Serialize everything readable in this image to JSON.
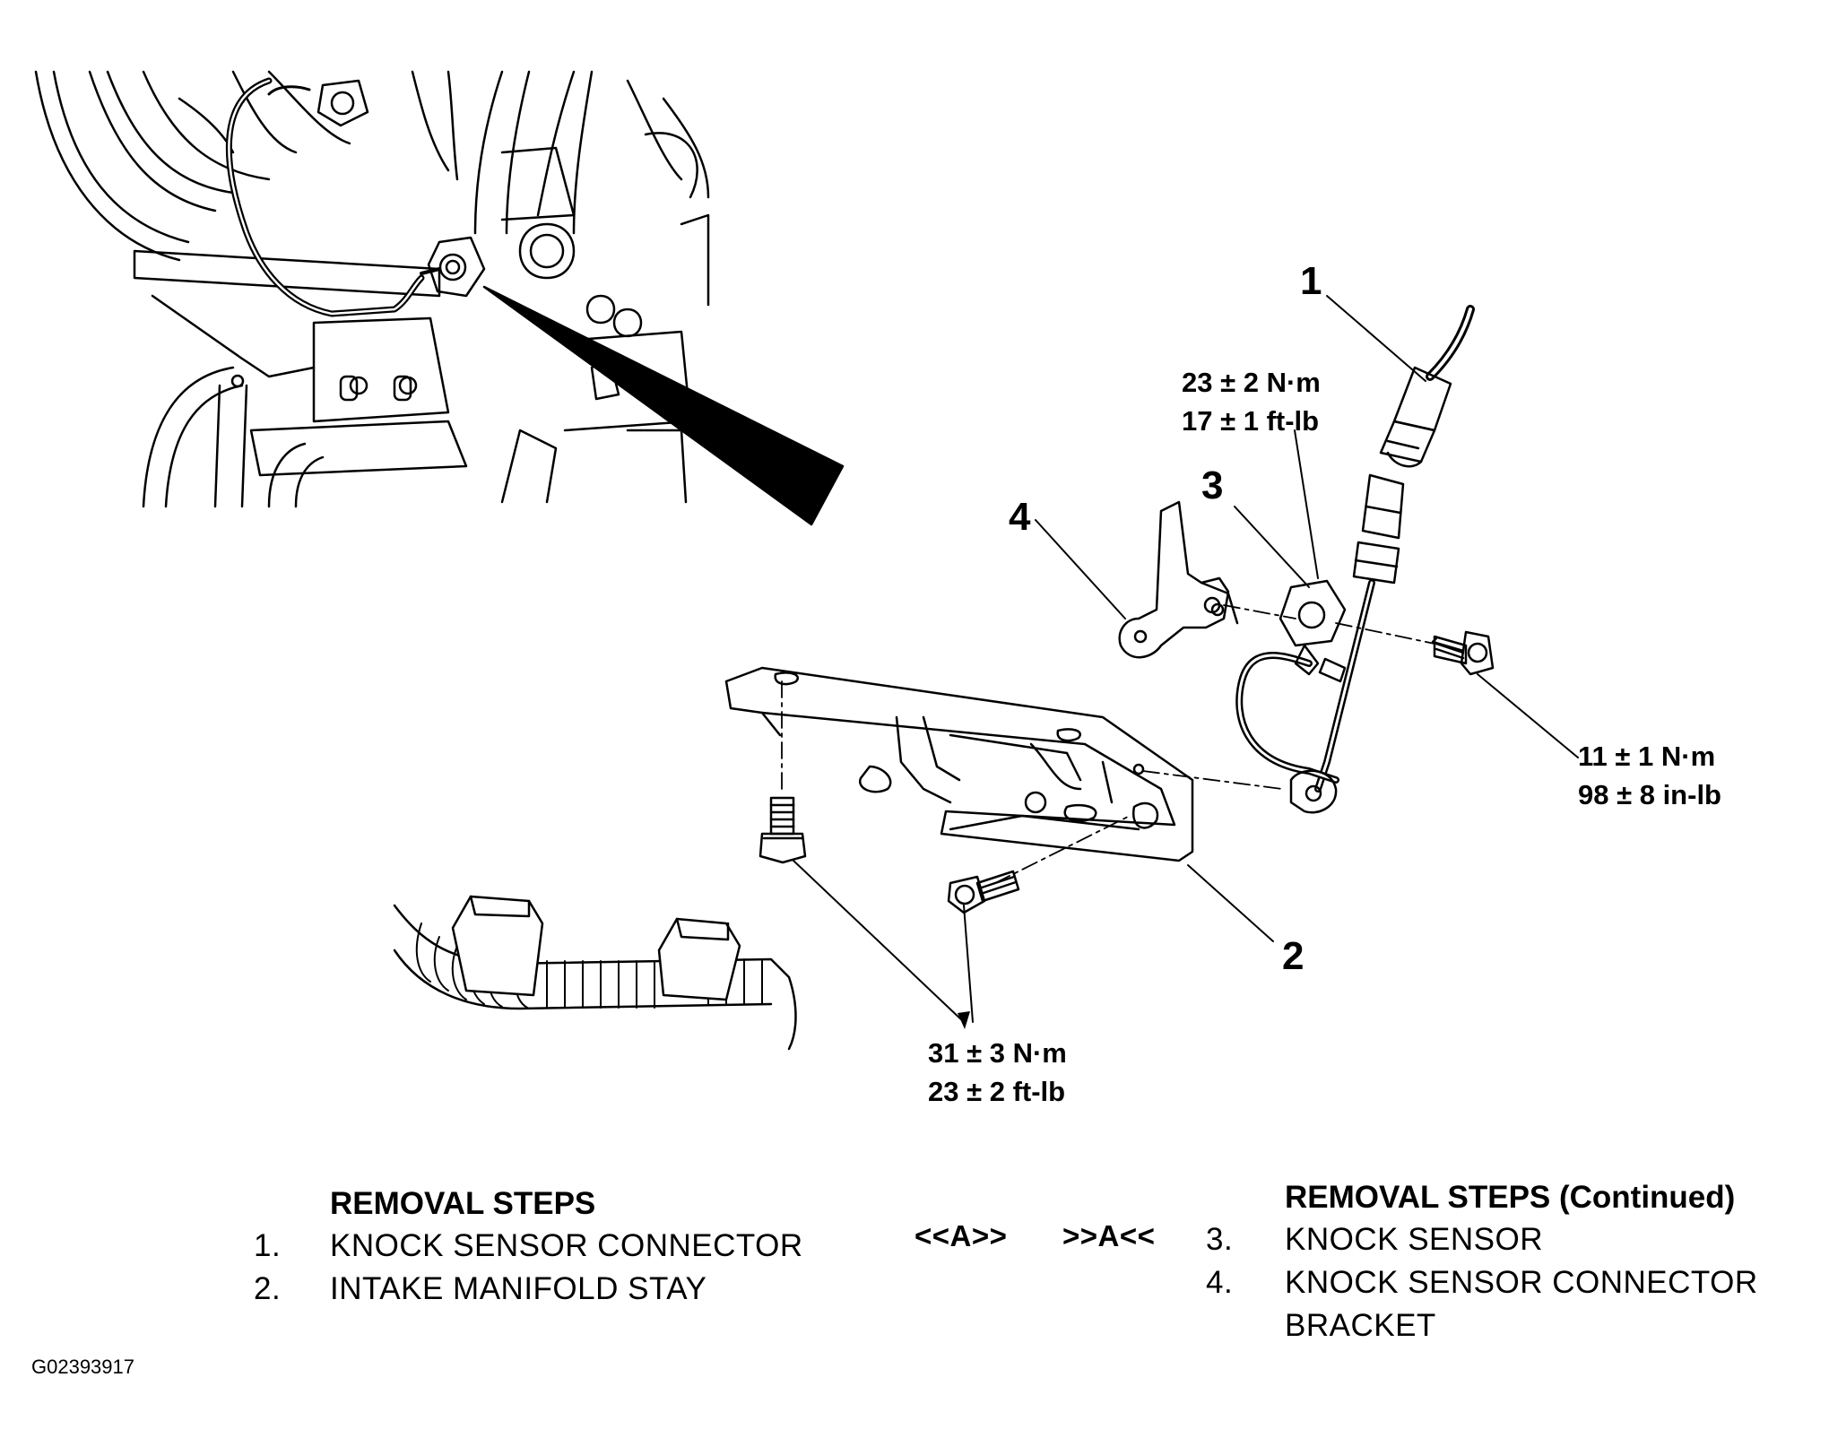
{
  "callouts": {
    "c1": "1",
    "c2": "2",
    "c3": "3",
    "c4": "4"
  },
  "torque_specs": {
    "sensor": {
      "metric": "23 ± 2 N·m",
      "imperial": "17 ± 1 ft-lb"
    },
    "bracket_bolt": {
      "metric": "11 ± 1 N·m",
      "imperial": "98 ± 8 in-lb"
    },
    "stay_bolts": {
      "metric": "31 ± 3 N·m",
      "imperial": "23 ± 2 ft-lb"
    }
  },
  "removal_steps": {
    "heading": "REMOVAL STEPS",
    "items": [
      {
        "num": "1.",
        "text": "KNOCK SENSOR CONNECTOR"
      },
      {
        "num": "2.",
        "text": "INTAKE MANIFOLD STAY"
      }
    ]
  },
  "markers": {
    "left": "<<A>>",
    "right": ">>A<<"
  },
  "removal_steps_continued": {
    "heading": "REMOVAL STEPS (Continued)",
    "items": [
      {
        "num": "3.",
        "text": "KNOCK SENSOR",
        "text2": ""
      },
      {
        "num": "4.",
        "text": "KNOCK SENSOR CONNECTOR",
        "text2": "BRACKET"
      }
    ]
  },
  "figure_id": "G02393917",
  "colors": {
    "ink": "#000000",
    "paper": "#ffffff"
  }
}
